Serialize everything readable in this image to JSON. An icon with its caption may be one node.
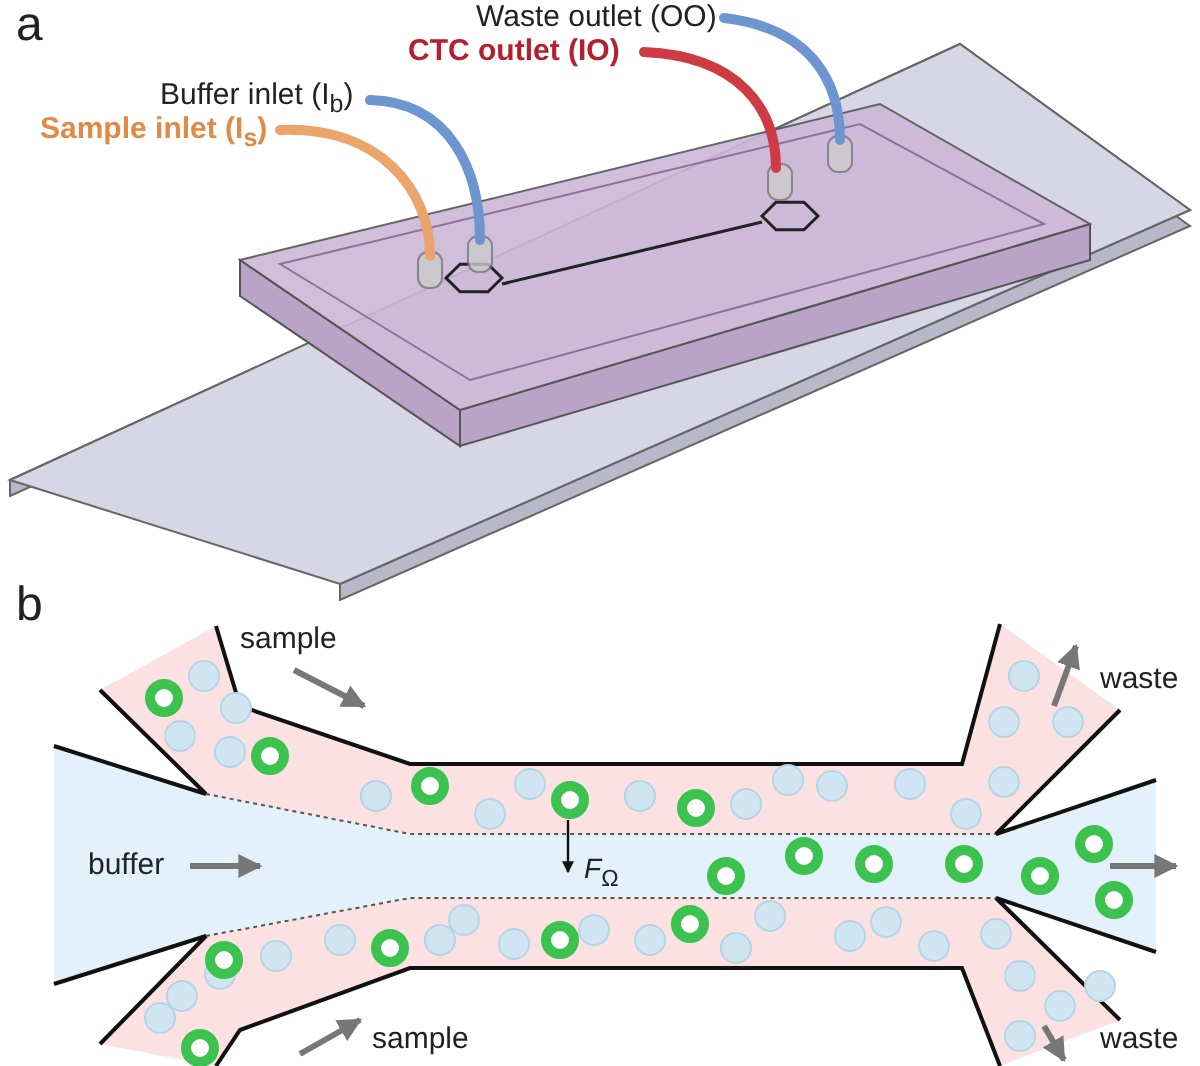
{
  "diagram": {
    "labels": [
      "a",
      "Waste outlet (OO)",
      "CTC outlet (IO)",
      "Buffer inlet (I$_{b}$)",
      "Sample inlet (I$_{s}$)",
      "b",
      "sample",
      "waste",
      "buffer",
      "*F*$_{Ω}$",
      "waste",
      "sample"
    ]
  }
}
